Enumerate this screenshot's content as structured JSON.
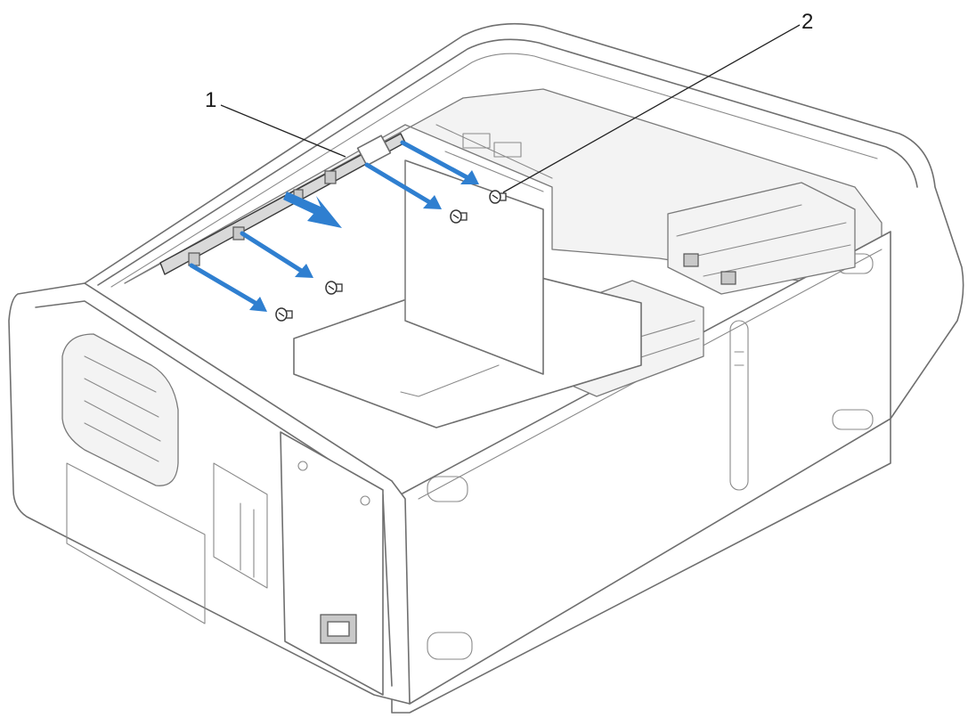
{
  "figure": {
    "callouts": [
      {
        "id": "1",
        "label": "1"
      },
      {
        "id": "2",
        "label": "2"
      }
    ],
    "colors": {
      "arrow": "#2f7fd0",
      "outline": "#6f6f6f",
      "background": "#ffffff"
    }
  }
}
